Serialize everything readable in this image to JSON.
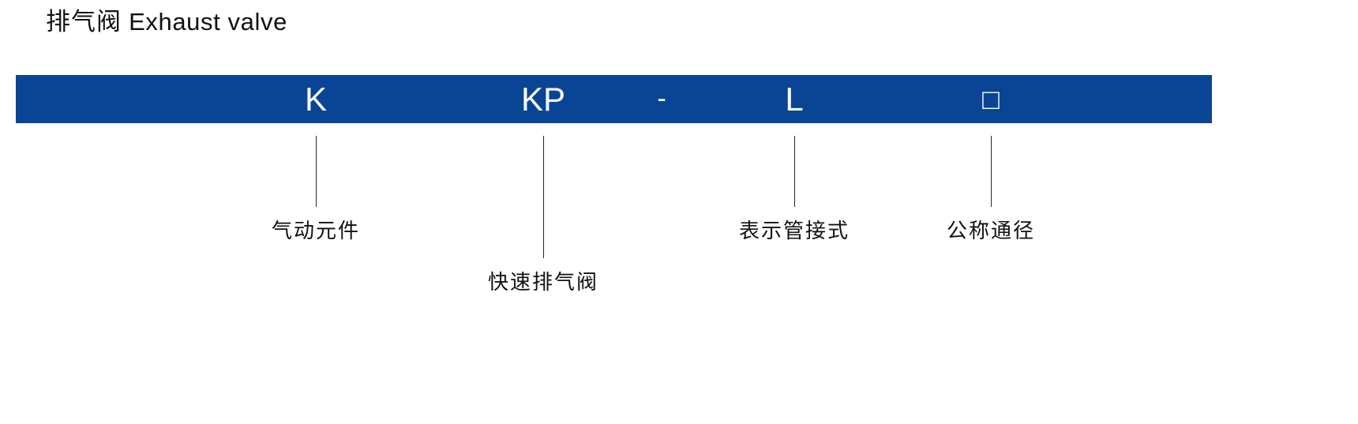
{
  "title": {
    "cjk": "排气阀",
    "latin": "Exhaust valve"
  },
  "colors": {
    "bar_background": "#0a4595",
    "bar_text": "#ffffff",
    "label_text": "#111111",
    "leader_line": "#2b2b2b",
    "page_background": "#ffffff"
  },
  "code_bar": {
    "segments": [
      {
        "id": "k",
        "text": "K",
        "icon": ""
      },
      {
        "id": "kp",
        "text": "KP",
        "icon": ""
      },
      {
        "id": "dash",
        "text": "-",
        "icon": "hyphen-separator"
      },
      {
        "id": "l",
        "text": "L",
        "icon": ""
      },
      {
        "id": "box",
        "text": "□",
        "icon": "empty-square-placeholder"
      }
    ]
  },
  "callouts": [
    {
      "id": "k",
      "label": "气动元件"
    },
    {
      "id": "kp",
      "label": "快速排气阀"
    },
    {
      "id": "l",
      "label": "表示管接式"
    },
    {
      "id": "box",
      "label": "公称通径"
    }
  ]
}
